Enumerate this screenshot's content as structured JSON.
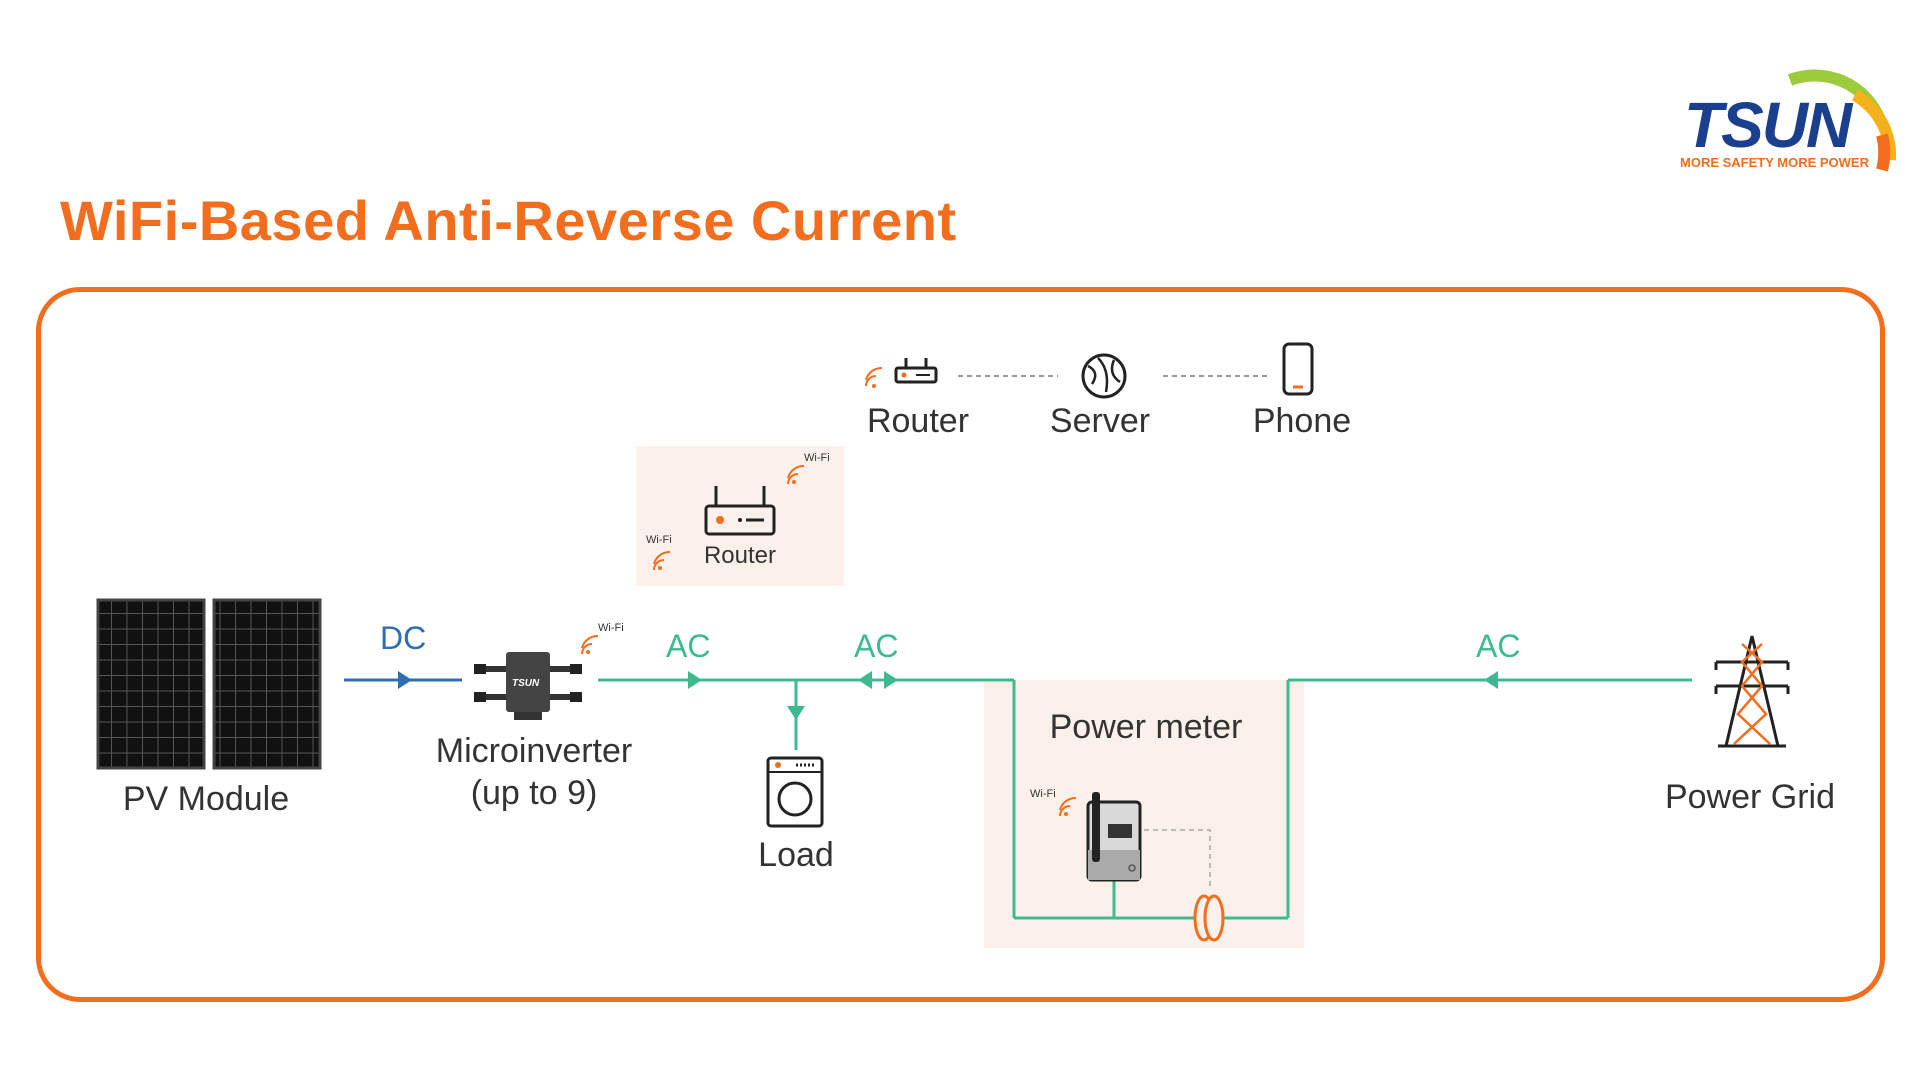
{
  "title": "WiFi-Based Anti-Reverse Current",
  "logo": {
    "wordmark": "TSUN",
    "tagline": "MORE SAFETY MORE POWER"
  },
  "cloud_chain": {
    "router": "Router",
    "server": "Server",
    "phone": "Phone"
  },
  "router_box": {
    "label": "Router",
    "wifi_left": "Wi-Fi",
    "wifi_right": "Wi-Fi"
  },
  "pv": {
    "label": "PV Module"
  },
  "microinverter": {
    "label_line1": "Microinverter",
    "label_line2": "(up to 9)",
    "wifi": "Wi-Fi",
    "brand": "TSUN"
  },
  "flows": {
    "dc": "DC",
    "ac1": "AC",
    "ac2": "AC",
    "ac3": "AC"
  },
  "load": {
    "label": "Load"
  },
  "power_meter": {
    "label": "Power meter",
    "wifi": "Wi-Fi"
  },
  "grid": {
    "label": "Power Grid"
  },
  "colors": {
    "accent": "#f26d1d",
    "dc_line": "#2f6db5",
    "ac_line": "#3dbb8f",
    "logo_blue": "#1a3f8f",
    "panel_bg": "#fbf1ea"
  }
}
